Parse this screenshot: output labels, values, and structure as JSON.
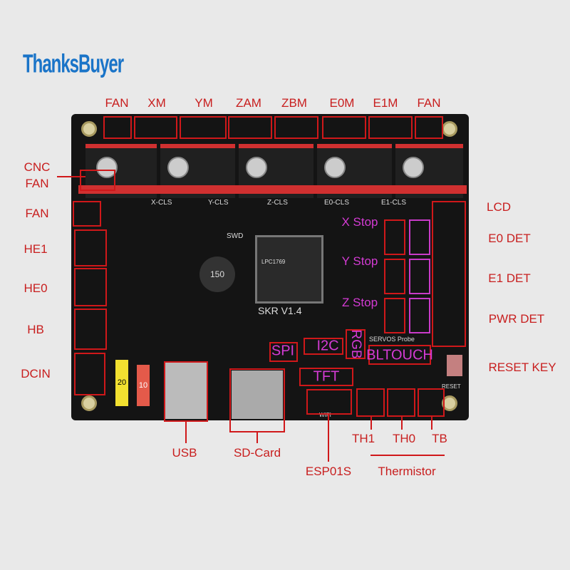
{
  "brand": "ThanksBuyer",
  "top_labels": [
    "FAN",
    "XM",
    "YM",
    "ZAM",
    "ZBM",
    "E0M",
    "E1M",
    "FAN"
  ],
  "left_labels": {
    "cnc_fan_1": "CNC",
    "cnc_fan_2": "FAN",
    "fan": "FAN",
    "he1": "HE1",
    "he0": "HE0",
    "hb": "HB",
    "dcin": "DCIN"
  },
  "right_labels": {
    "lcd": "LCD",
    "e0det": "E0 DET",
    "e1det": "E1 DET",
    "pwrdet": "PWR DET",
    "reset": "RESET KEY"
  },
  "bottom_labels": {
    "usb": "USB",
    "sd": "SD-Card",
    "esp": "ESP01S",
    "th1": "TH1",
    "th0": "TH0",
    "tb": "TB",
    "thermistor": "Thermistor"
  },
  "magenta_labels": {
    "xstop": "X Stop",
    "ystop": "Y Stop",
    "zstop": "Z Stop",
    "spi": "SPI",
    "i2c": "I2C",
    "rgb": "RGB",
    "bltouch": "BLTOUCH",
    "tft": "TFT"
  },
  "silkscreen": {
    "xcls": "X-CLS",
    "ycls": "Y-CLS",
    "zcls": "Z-CLS",
    "e0cls": "E0-CLS",
    "e1cls": "E1-CLS",
    "swd": "SWD",
    "servos": "SERVOS Probe",
    "board": "SKR V1.4",
    "reset": "RESET",
    "wifi": "WIFI",
    "chip": "LPC1769",
    "ind": "150",
    "fuse1": "20",
    "fuse2": "10"
  }
}
